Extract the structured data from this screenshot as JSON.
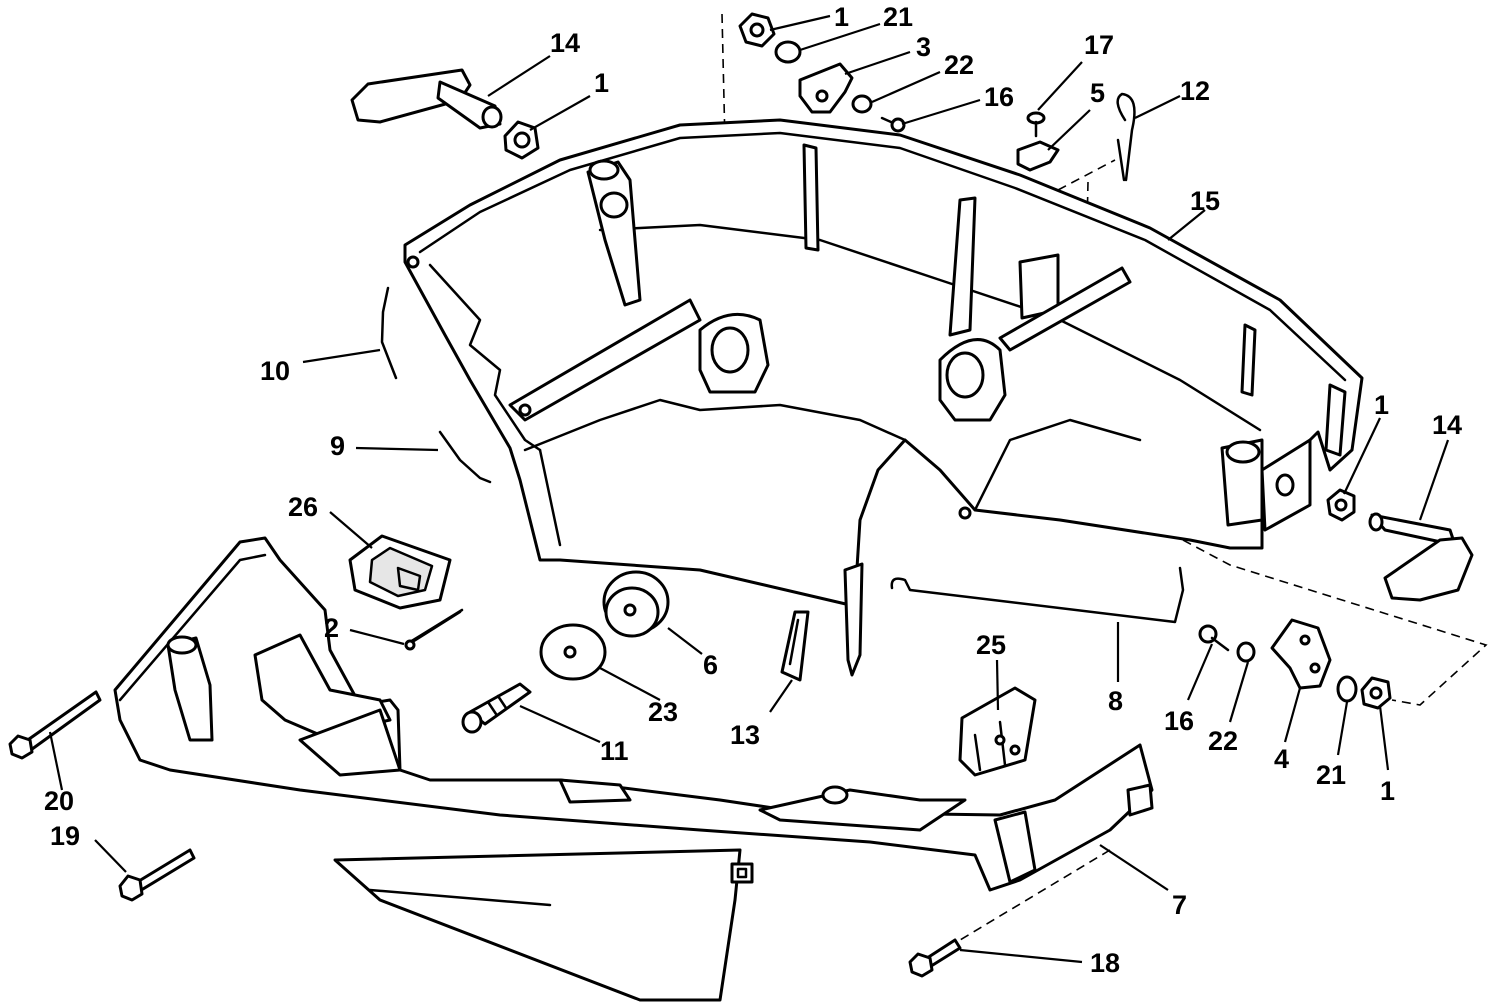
{
  "colors": {
    "ink": "#000000",
    "paper": "#ffffff",
    "shade": "#e6e6e6"
  },
  "callouts": {
    "c1_top": "1",
    "c21_top": "21",
    "c3": "3",
    "c22_top": "22",
    "c17": "17",
    "c16_top": "16",
    "c5": "5",
    "c12": "12",
    "c14_top": "14",
    "c1_left": "1",
    "c15": "15",
    "c10": "10",
    "c9": "9",
    "c26": "26",
    "c2": "2",
    "c6": "6",
    "c23": "23",
    "c11": "11",
    "c13": "13",
    "c1_right": "1",
    "c14_right": "14",
    "c8": "8",
    "c25": "25",
    "c16_bottom": "16",
    "c22_bottom": "22",
    "c4": "4",
    "c21_bottom": "21",
    "c1_bottom": "1",
    "c20": "20",
    "c19": "19",
    "c7": "7",
    "c18": "18"
  }
}
